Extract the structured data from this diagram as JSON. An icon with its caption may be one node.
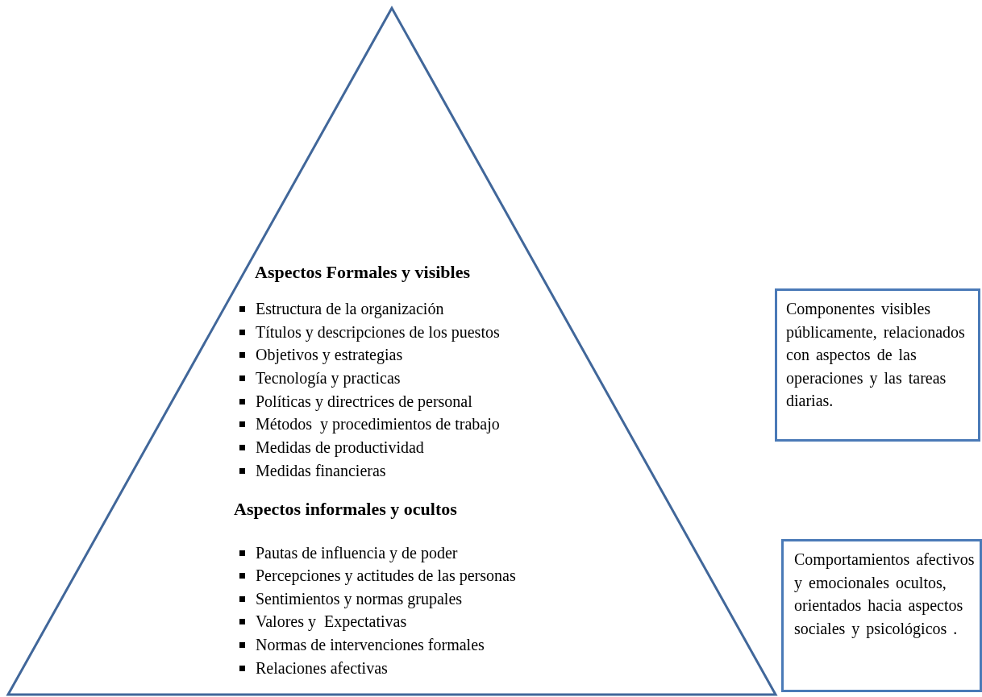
{
  "diagram": {
    "nodes": [
      {
        "text": [
          "Aspectos Formales y visibles",
          "Estructura de la organización",
          "Títulos y descripciones de los puestos",
          "Objetivos y estrategias",
          "Tecnología y practicas",
          "Políticas y directrices de personal",
          "Métodos  y procedimientos de trabajo",
          "Medidas de productividad",
          "Medidas financieras",
          "Aspectos informales y ocultos",
          "Pautas de influencia y de poder",
          "Percepciones y actitudes de las personas",
          "Sentimientos y normas grupales",
          "Valores y  Expectativas",
          "Normas de intervenciones formales",
          "Relaciones afectivas"
        ]
      },
      {
        "text": [
          "Componentes visibles públicamente, relacionados con aspectos de las operaciones y las tareas diarias."
        ]
      },
      {
        "text": [
          "Comportamientos afectivos y emocionales ocultos, orientados hacia aspectos sociales y psicológicos ."
        ]
      }
    ],
    "edges": []
  }
}
